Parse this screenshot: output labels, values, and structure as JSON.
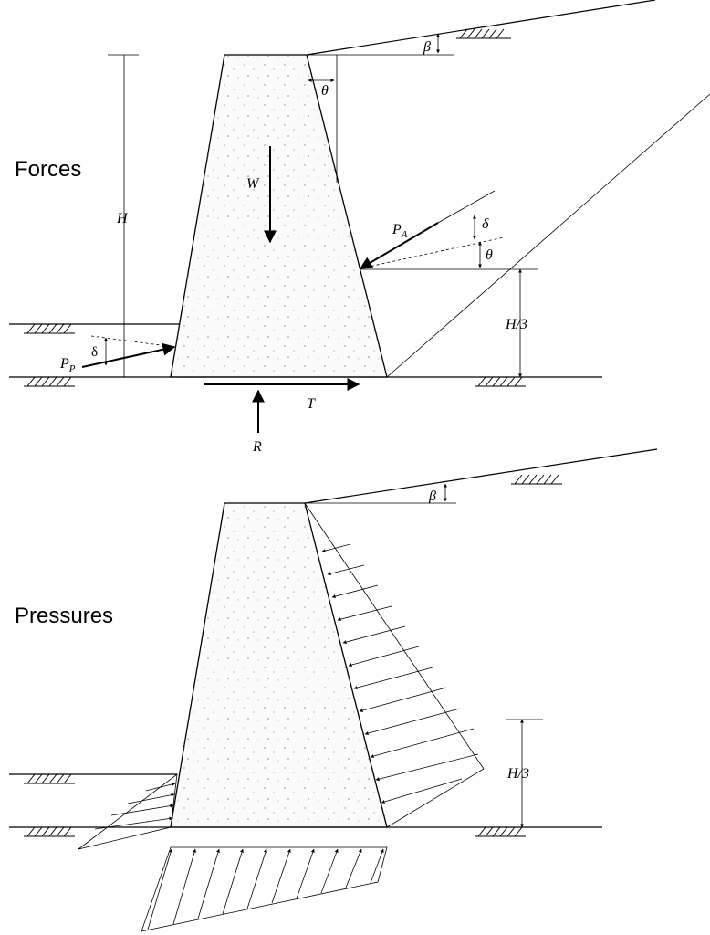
{
  "sections": {
    "forces_title": "Forces",
    "pressures_title": "Pressures"
  },
  "labels": {
    "height": "H",
    "third_height": "H/3",
    "weight": "W",
    "active_force": "P",
    "active_sub": "A",
    "passive_force": "P",
    "passive_sub": "P",
    "shear": "T",
    "reaction": "R",
    "beta": "β",
    "theta": "θ",
    "delta": "δ"
  }
}
